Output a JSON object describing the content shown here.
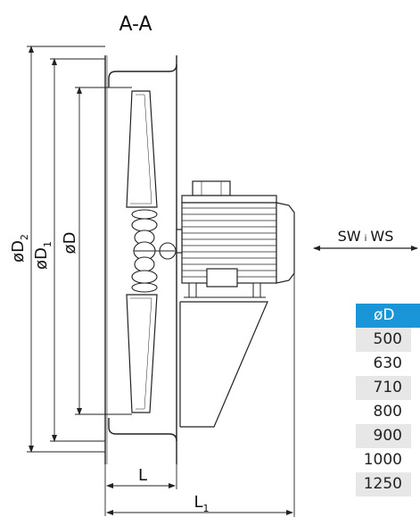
{
  "view_title": "A-A",
  "dimensions": {
    "d2": "øD",
    "d2_sub": "2",
    "d1": "øD",
    "d1_sub": "1",
    "d": "øD",
    "l": "L",
    "l1": "L",
    "l1_sub": "1"
  },
  "airflow_label": {
    "left": "SW",
    "mid": "i",
    "right": "WS"
  },
  "table": {
    "header": "øD",
    "rows": [
      "500",
      "630",
      "710",
      "800",
      "900",
      "1000",
      "1250"
    ]
  },
  "colors": {
    "table_header": "#1a95d8",
    "table_stripe": "#e7e7e7",
    "line": "#222222"
  }
}
